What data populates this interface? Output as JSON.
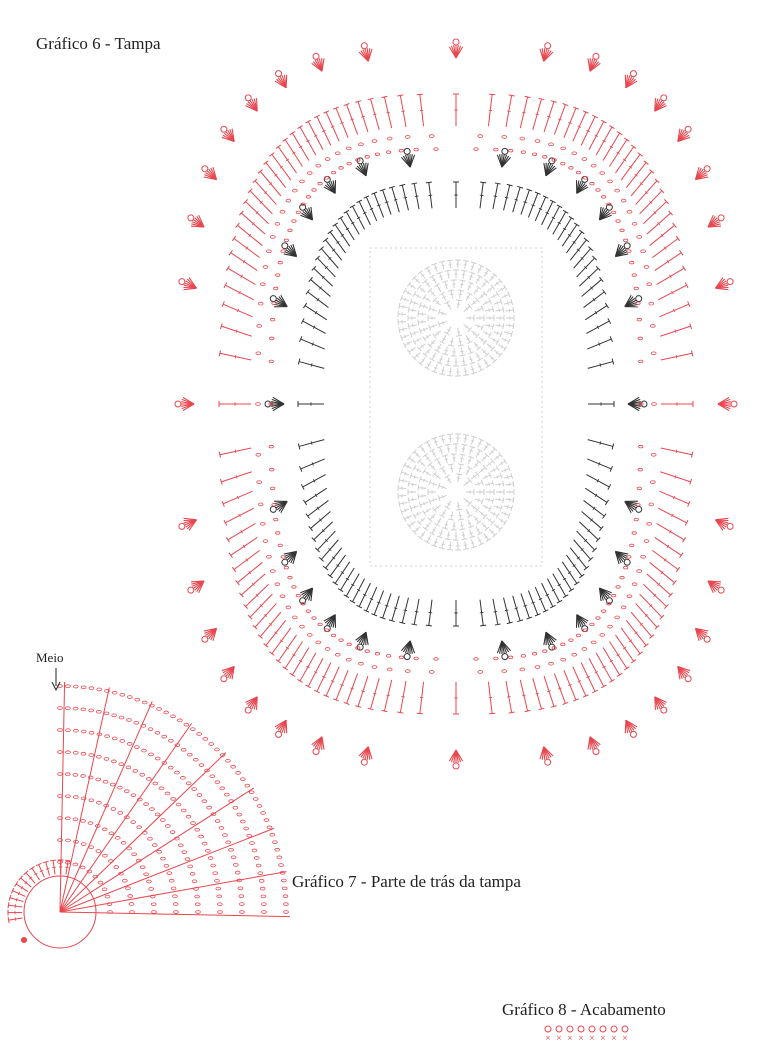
{
  "charts": {
    "tampa": {
      "title": "Gráfico 6 - Tampa"
    },
    "back": {
      "title": "Gráfico 7 - Parte de trás da tampa",
      "marker_label": "Meio"
    },
    "finish": {
      "title": "Gráfico 8 - Acabamento"
    }
  },
  "colors": {
    "outer_rounds": "#e8474f",
    "inner_rounds": "#333333",
    "center_motif": "#cfcfcf",
    "text": "#222222"
  },
  "symbols": [
    "chain",
    "single-crochet",
    "double-crochet",
    "shell",
    "picot",
    "slip-stitch"
  ]
}
